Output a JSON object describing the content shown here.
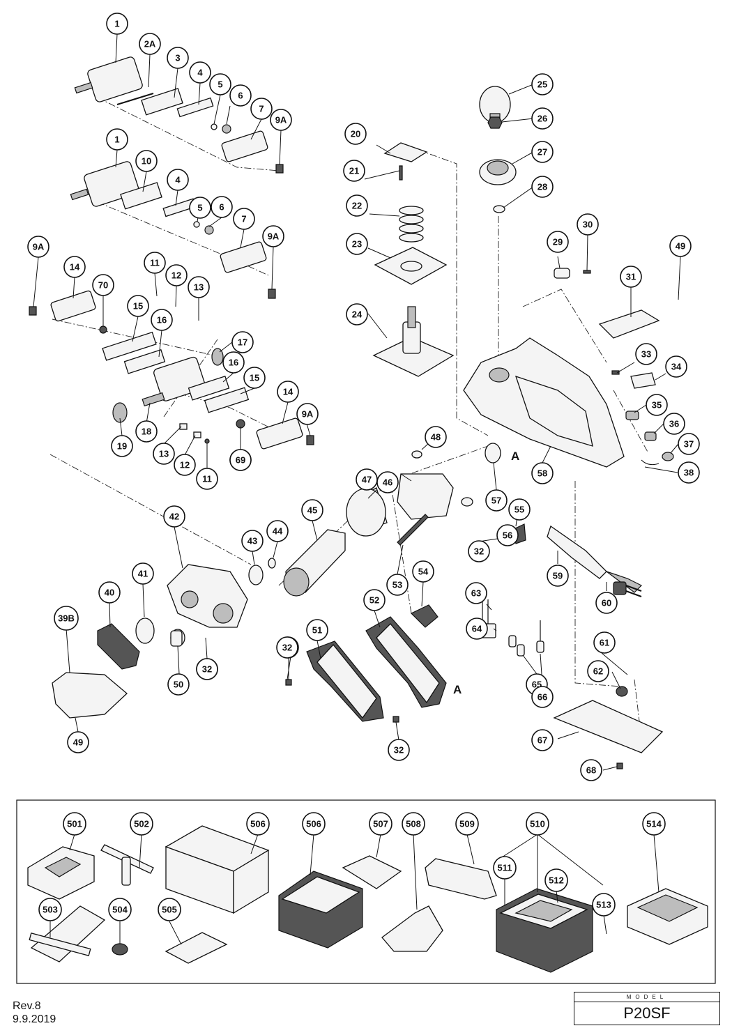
{
  "revision": "Rev.8",
  "date": "9.9.2019",
  "model": {
    "label": "MODEL",
    "name": "P20SF"
  },
  "connector_label": "A",
  "parts": [
    "1",
    "2A",
    "3",
    "4",
    "5",
    "6",
    "7",
    "9A",
    "10",
    "11",
    "12",
    "13",
    "14",
    "15",
    "16",
    "17",
    "18",
    "19",
    "20",
    "21",
    "22",
    "23",
    "24",
    "25",
    "26",
    "27",
    "28",
    "29",
    "30",
    "31",
    "32",
    "33",
    "34",
    "35",
    "36",
    "37",
    "38",
    "39B",
    "40",
    "41",
    "42",
    "43",
    "44",
    "45",
    "46",
    "47",
    "48",
    "49",
    "50",
    "51",
    "52",
    "53",
    "54",
    "55",
    "56",
    "57",
    "58",
    "59",
    "60",
    "61",
    "62",
    "63",
    "64",
    "65",
    "66",
    "67",
    "68",
    "69",
    "70"
  ],
  "accessories": [
    "501",
    "502",
    "503",
    "504",
    "505",
    "506",
    "507",
    "508",
    "509",
    "510",
    "511",
    "512",
    "513",
    "514"
  ]
}
